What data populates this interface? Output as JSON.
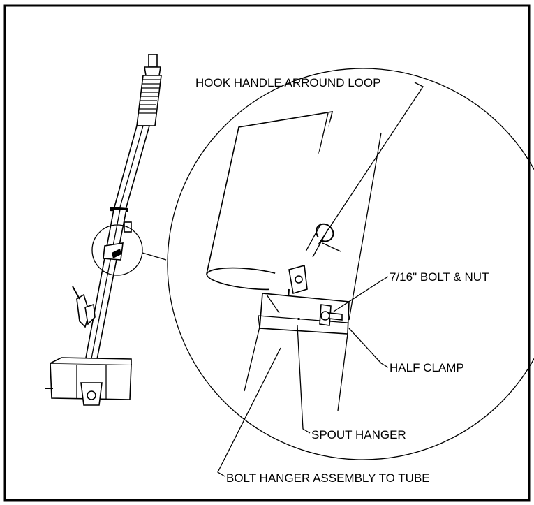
{
  "labels": {
    "hook_handle": "HOOK HANDLE ARROUND LOOP",
    "bolt_nut": "7/16\" BOLT & NUT",
    "half_clamp": "HALF CLAMP",
    "spout_hanger": "SPOUT HANGER",
    "bolt_hanger": "BOLT HANGER ASSEMBLY TO TUBE"
  }
}
